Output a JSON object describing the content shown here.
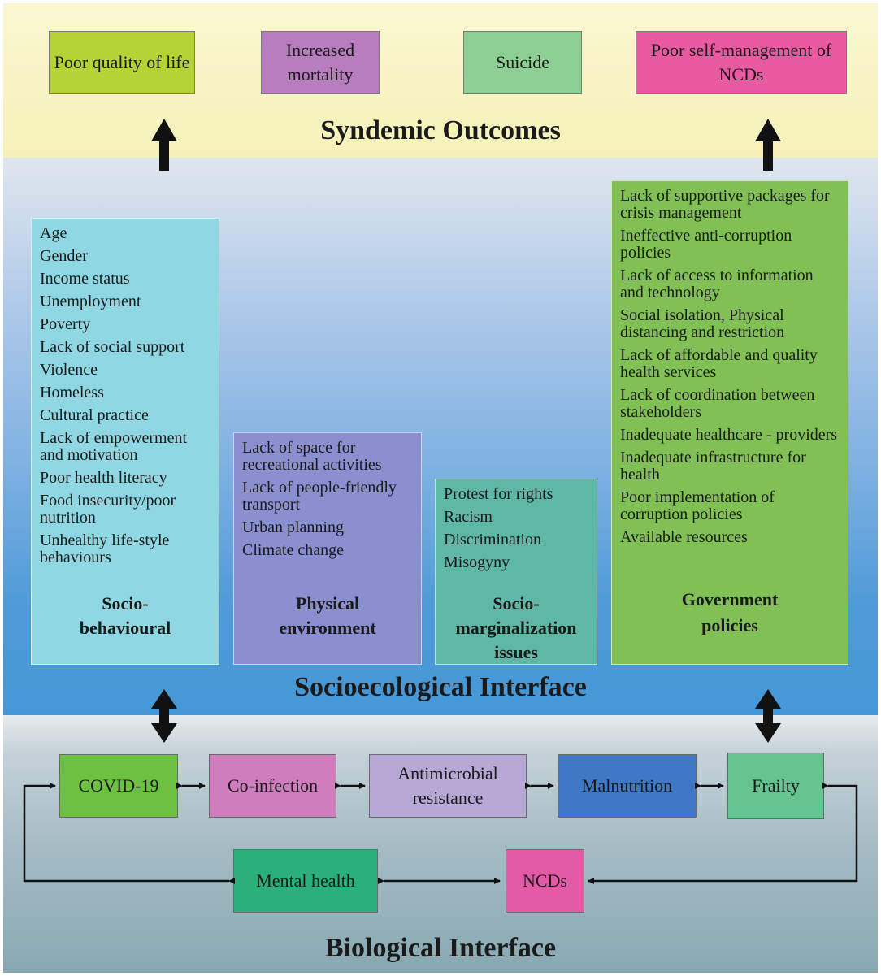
{
  "outcomes": {
    "heading": "Syndemic Outcomes",
    "boxes": [
      {
        "label": "Poor quality of life",
        "color": "#b5d334"
      },
      {
        "label": "Increased mortality",
        "color": "#b77dbf"
      },
      {
        "label": "Suicide",
        "color": "#8ecf95"
      },
      {
        "label": "Poor self-management of NCDs",
        "color": "#ea5aa3"
      }
    ]
  },
  "socioecological": {
    "heading": "Socioecological Interface",
    "columns": {
      "socio_behavioural": {
        "title": "Socio-behavioural",
        "color": "#8fd7e2",
        "items": [
          "Age",
          "Gender",
          "Income status",
          "Unemployment",
          "Poverty",
          "Lack of social support",
          "Violence",
          "Homeless",
          "Cultural practice",
          "Lack of empowerment and motivation",
          "Poor health literacy",
          "Food insecurity/poor nutrition",
          "Unhealthy life-style behaviours"
        ]
      },
      "physical_environment": {
        "title": "Physical environment",
        "color": "#8a8fcf",
        "items": [
          "Lack of space for recreational activities",
          "Lack of people-friendly transport",
          "Urban planning",
          "Climate change"
        ]
      },
      "socio_marginalization": {
        "title": "Socio-marginalization issues",
        "color": "#5fb8a6",
        "items": [
          "Protest for rights",
          "Racism",
          "Discrimination",
          "Misogyny"
        ]
      },
      "government_policies": {
        "title": "Government policies",
        "color": "#80c054",
        "items": [
          "Lack of supportive packages for crisis management",
          "Ineffective anti-corruption policies",
          "Lack of access to information and technology",
          "Social isolation, Physical distancing and restriction",
          "Lack of affordable and quality health services",
          "Lack of coordination between stakeholders",
          "Inadequate healthcare - providers",
          "Inadequate infrastructure for health",
          "Poor implementation of corruption policies",
          "Available resources"
        ]
      }
    }
  },
  "biological": {
    "heading": "Biological Interface",
    "nodes": {
      "covid": {
        "label": "COVID-19",
        "color": "#6cc240"
      },
      "coinfection": {
        "label": "Co-infection",
        "color": "#cf7dbd"
      },
      "amr": {
        "label": "Antimicrobial resistance",
        "color": "#b7a8d6"
      },
      "malnutrition": {
        "label": "Malnutrition",
        "color": "#3f78c4"
      },
      "frailty": {
        "label": "Frailty",
        "color": "#66c493"
      },
      "mental_health": {
        "label": "Mental health",
        "color": "#2bb079"
      },
      "ncds": {
        "label": "NCDs",
        "color": "#e35ba6"
      }
    }
  }
}
